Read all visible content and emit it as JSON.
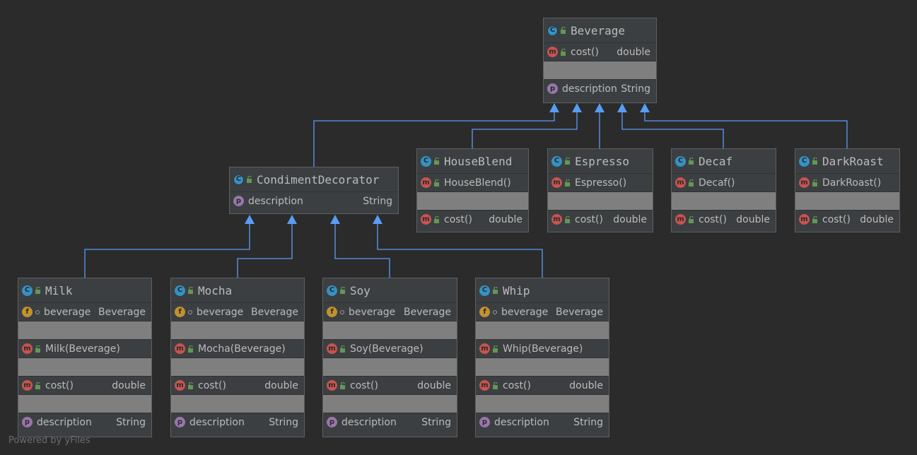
{
  "classes": {
    "beverage": {
      "name": "Beverage",
      "abstract": true,
      "method_name": "cost()",
      "method_type": "double",
      "prop_name": "description",
      "prop_type": "String"
    },
    "condiment": {
      "name": "CondimentDecorator",
      "abstract": true,
      "prop_name": "description",
      "prop_type": "String"
    },
    "houseblend": {
      "name": "HouseBlend",
      "ctor": "HouseBlend()",
      "method_name": "cost()",
      "method_type": "double"
    },
    "espresso": {
      "name": "Espresso",
      "ctor": "Espresso()",
      "method_name": "cost()",
      "method_type": "double"
    },
    "decaf": {
      "name": "Decaf",
      "ctor": "Decaf()",
      "method_name": "cost()",
      "method_type": "double"
    },
    "darkroast": {
      "name": "DarkRoast",
      "ctor": "DarkRoast()",
      "method_name": "cost()",
      "method_type": "double"
    },
    "milk": {
      "name": "Milk",
      "field_name": "beverage",
      "field_type": "Beverage",
      "ctor": "Milk(Beverage)",
      "method_name": "cost()",
      "method_type": "double",
      "prop_name": "description",
      "prop_type": "String"
    },
    "mocha": {
      "name": "Mocha",
      "field_name": "beverage",
      "field_type": "Beverage",
      "ctor": "Mocha(Beverage)",
      "method_name": "cost()",
      "method_type": "double",
      "prop_name": "description",
      "prop_type": "String"
    },
    "soy": {
      "name": "Soy",
      "field_name": "beverage",
      "field_type": "Beverage",
      "ctor": "Soy(Beverage)",
      "method_name": "cost()",
      "method_type": "double",
      "prop_name": "description",
      "prop_type": "String"
    },
    "whip": {
      "name": "Whip",
      "field_name": "beverage",
      "field_type": "Beverage",
      "ctor": "Whip(Beverage)",
      "method_name": "cost()",
      "method_type": "double",
      "prop_name": "description",
      "prop_type": "String"
    }
  },
  "icons": {
    "class": "C",
    "method": "m",
    "field": "f",
    "property": "p"
  },
  "colors": {
    "class_icon": "#3592c4",
    "method_icon": "#c75450",
    "field_icon": "#c3922e",
    "property_icon": "#9876aa",
    "arrow": "#589df6"
  },
  "footer": "Powered by yFiles"
}
